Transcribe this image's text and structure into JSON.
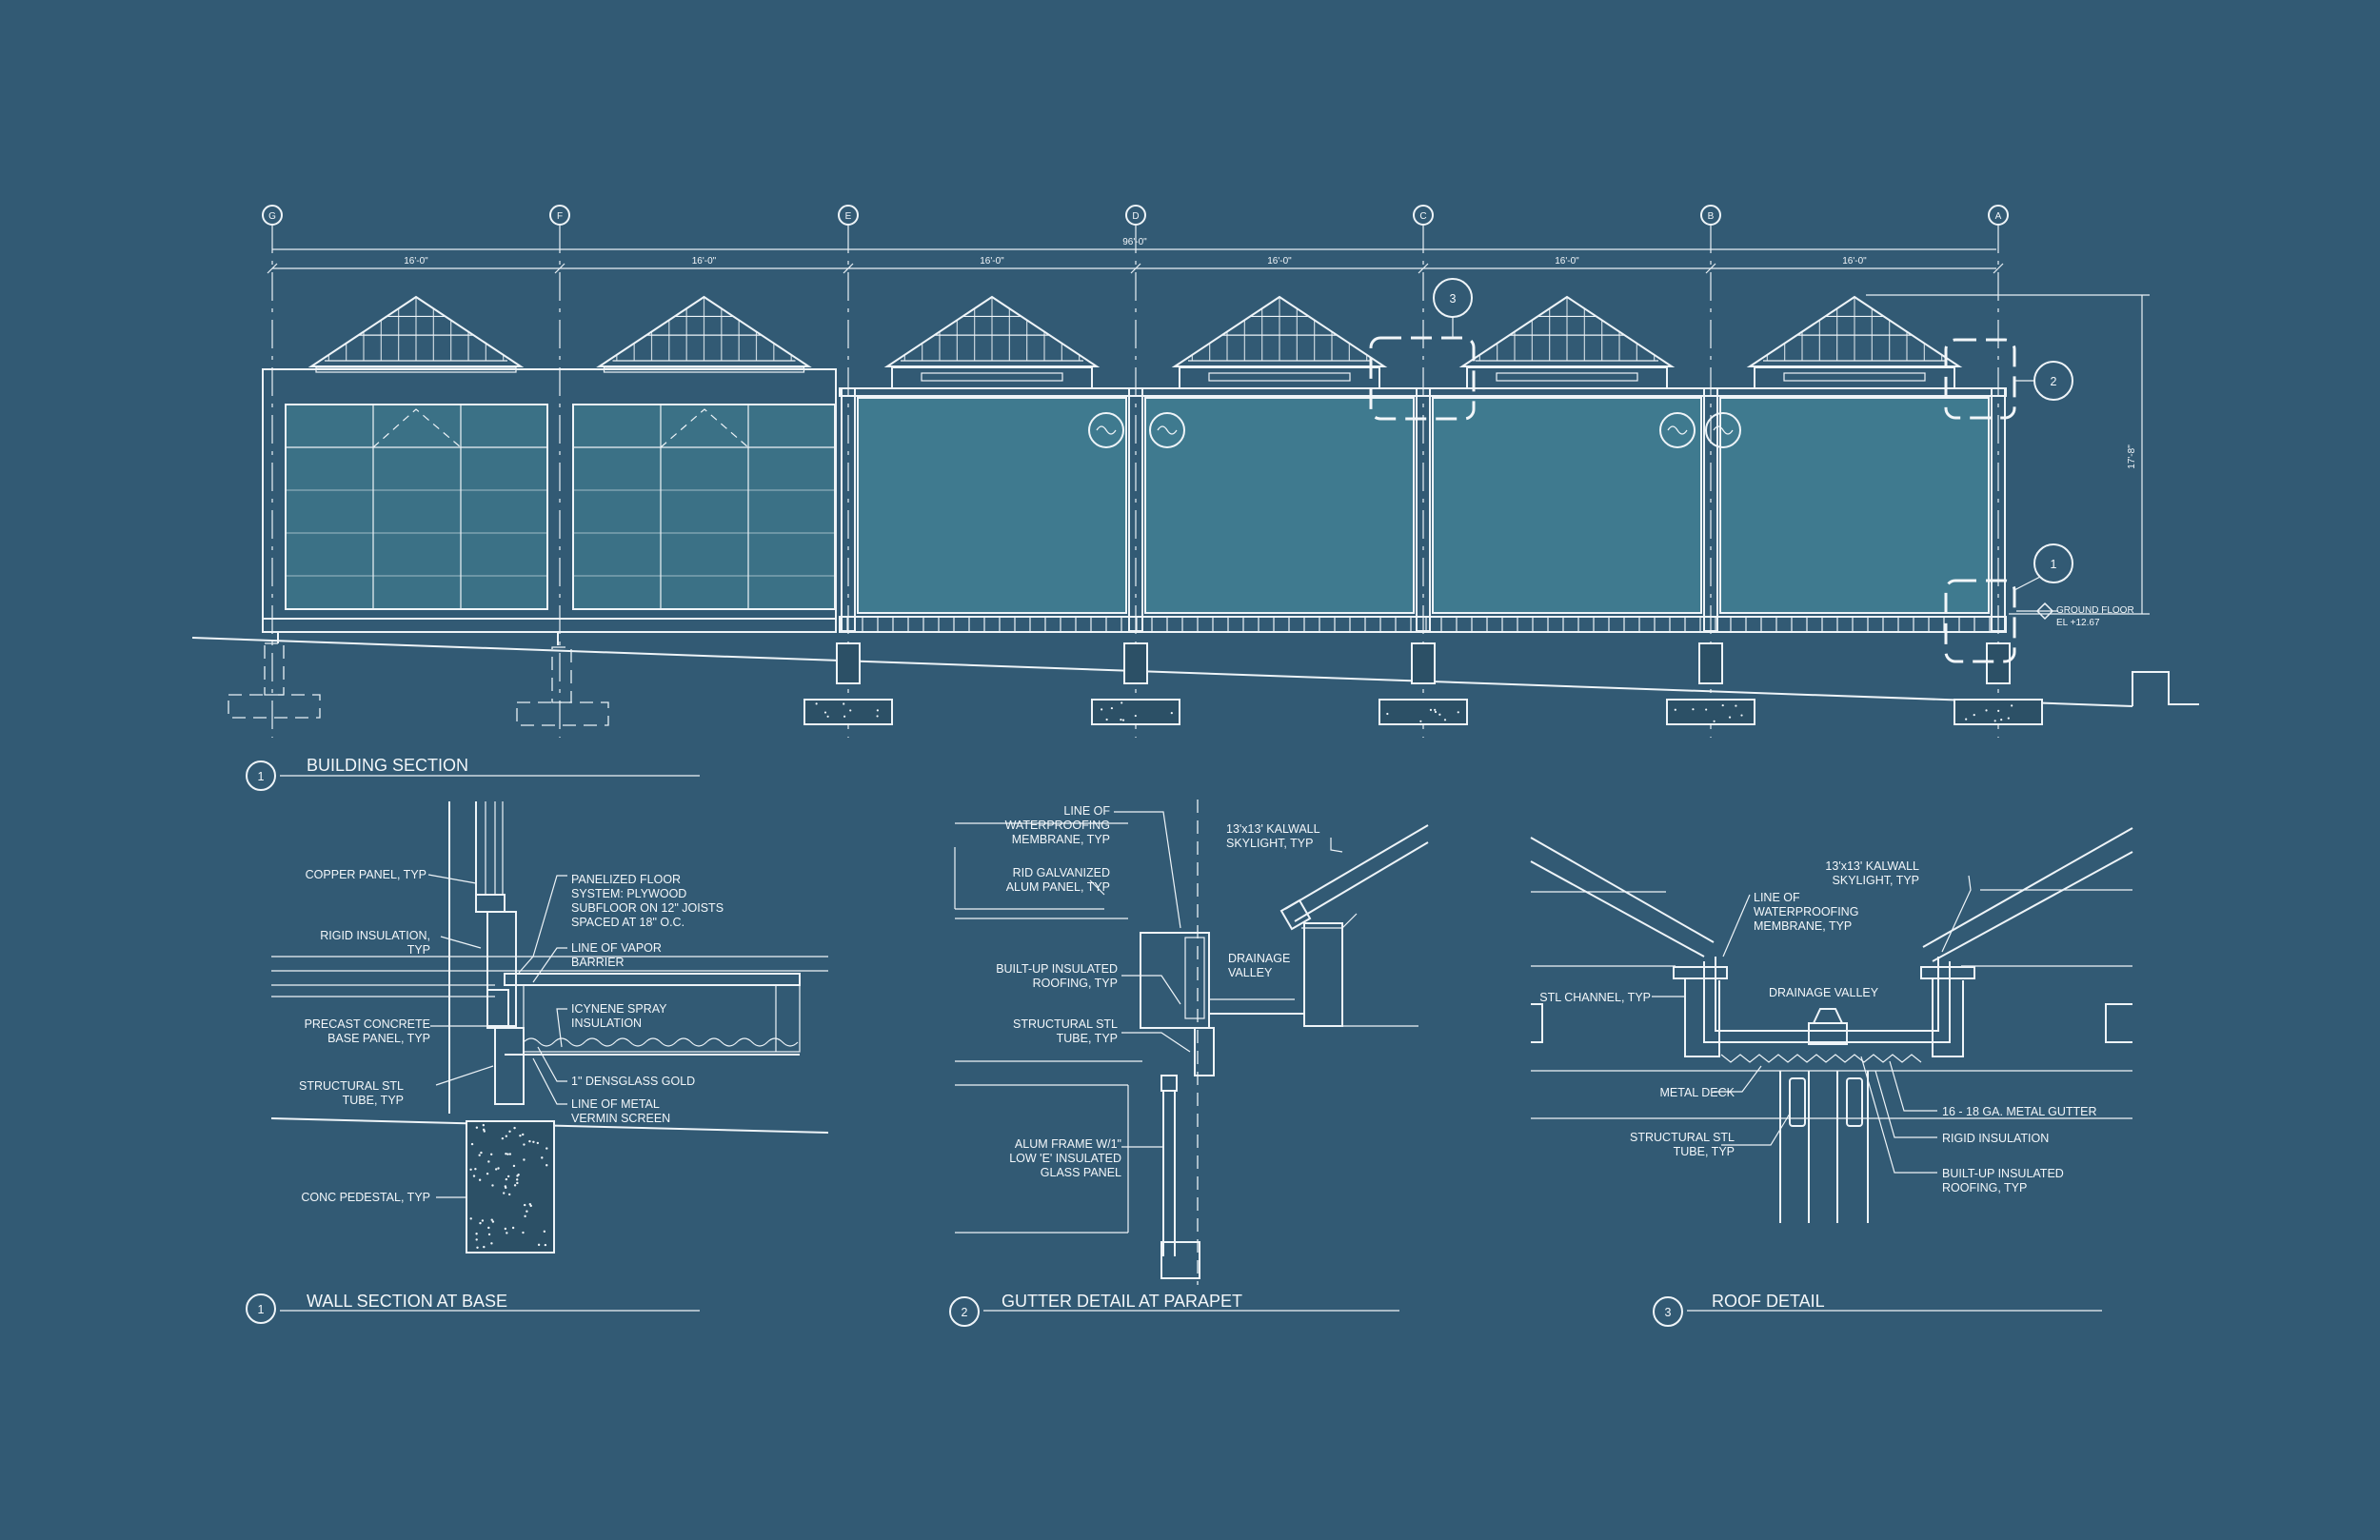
{
  "building_section": {
    "number": "1",
    "title": "BUILDING SECTION",
    "grid_lines": [
      "G",
      "F",
      "E",
      "D",
      "C",
      "B",
      "A"
    ],
    "bay_dimension": "16'-0\"",
    "overall_dimension": "96'-0\"",
    "height_dimension": "17'-8\"",
    "ground_floor_label": "GROUND FLOOR",
    "ground_floor_elevation": "EL +12.67",
    "callouts": [
      "3",
      "2",
      "1"
    ]
  },
  "wall_section": {
    "number": "1",
    "title": "WALL SECTION AT BASE",
    "notes": [
      [
        "COPPER PANEL, TYP"
      ],
      [
        "RIGID INSULATION,",
        "TYP"
      ],
      [
        "PRECAST CONCRETE",
        "BASE PANEL, TYP"
      ],
      [
        "STRUCTURAL STL",
        "TUBE, TYP"
      ],
      [
        "CONC PEDESTAL, TYP"
      ],
      [
        "PANELIZED FLOOR",
        "SYSTEM: PLYWOOD",
        "SUBFLOOR ON 12\" JOISTS",
        "SPACED AT 18\" O.C."
      ],
      [
        "LINE OF VAPOR",
        "BARRIER"
      ],
      [
        "ICYNENE SPRAY",
        "INSULATION"
      ],
      [
        "1\" DENSGLASS GOLD"
      ],
      [
        "LINE OF METAL",
        "VERMIN SCREEN"
      ]
    ]
  },
  "gutter_detail": {
    "number": "2",
    "title": "GUTTER DETAIL AT PARAPET",
    "notes": [
      [
        "LINE OF",
        "WATERPROOFING",
        "MEMBRANE, TYP"
      ],
      [
        "RID GALVANIZED",
        "ALUM PANEL, TYP"
      ],
      [
        "BUILT-UP INSULATED",
        "ROOFING, TYP"
      ],
      [
        "STRUCTURAL STL",
        "TUBE, TYP"
      ],
      [
        "ALUM FRAME W/1\"",
        "LOW 'E' INSULATED",
        "GLASS PANEL"
      ],
      [
        "13'x13' KALWALL",
        "SKYLIGHT, TYP"
      ],
      [
        "DRAINAGE",
        "VALLEY"
      ]
    ]
  },
  "roof_detail": {
    "number": "3",
    "title": "ROOF DETAIL",
    "notes": [
      [
        "LINE OF",
        "WATERPROOFING",
        "MEMBRANE, TYP"
      ],
      [
        "13'x13' KALWALL",
        "SKYLIGHT, TYP"
      ],
      [
        "DRAINAGE VALLEY"
      ],
      [
        "STL CHANNEL, TYP"
      ],
      [
        "METAL DECK"
      ],
      [
        "STRUCTURAL STL",
        "TUBE, TYP"
      ],
      [
        "16 - 18 GA. METAL GUTTER"
      ],
      [
        "RIGID INSULATION"
      ],
      [
        "BUILT-UP INSULATED",
        "ROOFING, TYP"
      ]
    ]
  },
  "colors": {
    "background": "#325a74",
    "linework": "#eef4f8",
    "glazing": "#3f7a8f"
  }
}
